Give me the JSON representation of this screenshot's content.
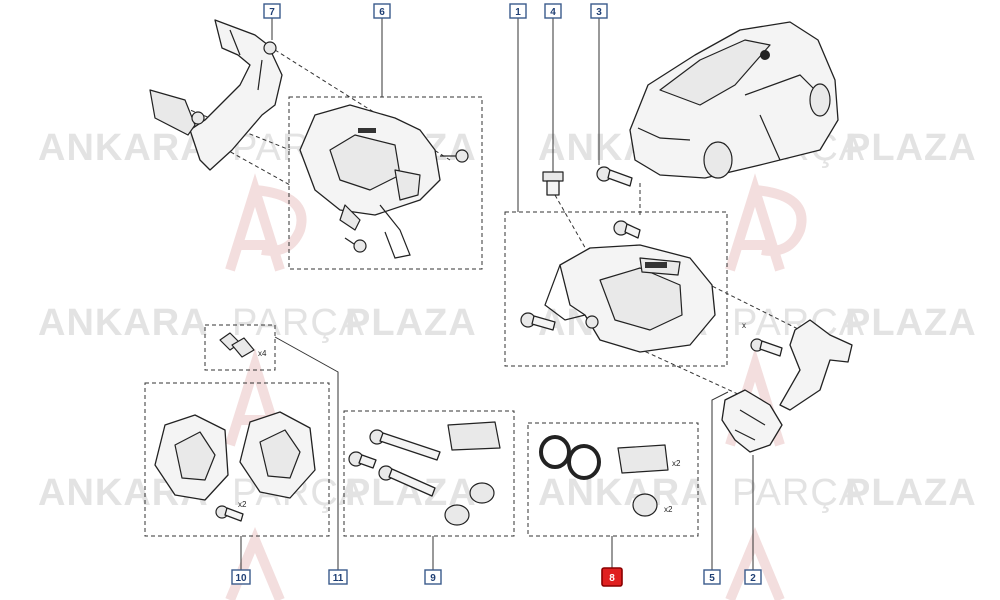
{
  "watermark": {
    "word1": "ANKARA",
    "word2": "PARÇA",
    "word3": "PLAZA"
  },
  "callouts": [
    {
      "id": "c7",
      "label": "7",
      "selected": false
    },
    {
      "id": "c6",
      "label": "6",
      "selected": false
    },
    {
      "id": "c1",
      "label": "1",
      "selected": false
    },
    {
      "id": "c4",
      "label": "4",
      "selected": false
    },
    {
      "id": "c3",
      "label": "3",
      "selected": false
    },
    {
      "id": "c10",
      "label": "10",
      "selected": false
    },
    {
      "id": "c11",
      "label": "11",
      "selected": false
    },
    {
      "id": "c9",
      "label": "9",
      "selected": false
    },
    {
      "id": "c8",
      "label": "8",
      "selected": true
    },
    {
      "id": "c5",
      "label": "5",
      "selected": false
    },
    {
      "id": "c2",
      "label": "2",
      "selected": false
    }
  ],
  "quantities": {
    "clips": "x4",
    "pad_screws": "x2",
    "seal_kit": "x2",
    "bushings": "x2",
    "bracket_bolt": "x"
  },
  "colors": {
    "badge_border": "#3a5a8c",
    "badge_selected": "#e02020",
    "watermark": "#e3e3e3"
  }
}
